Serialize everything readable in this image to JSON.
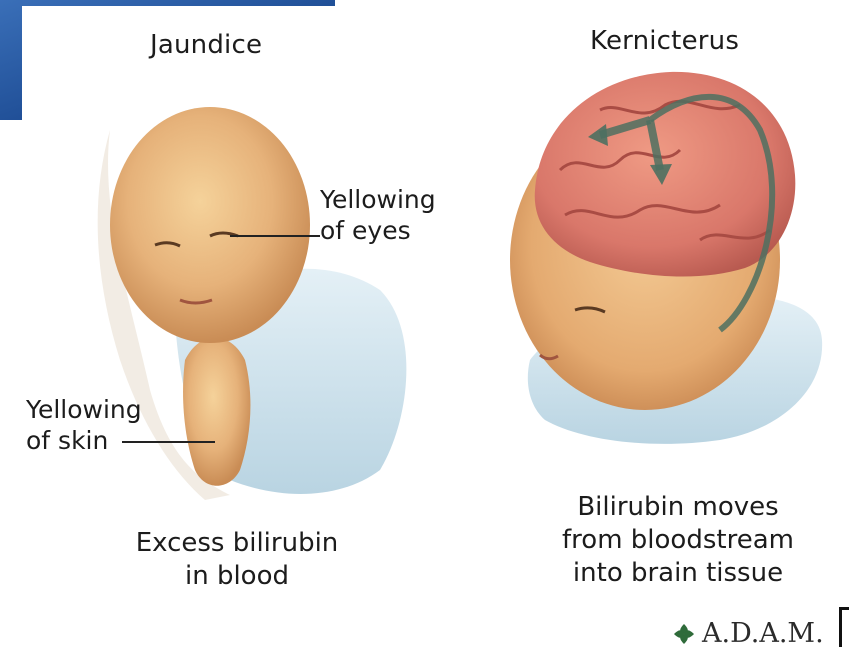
{
  "left_panel": {
    "title": "Jaundice",
    "label_eyes": [
      "Yellowing",
      "of eyes"
    ],
    "label_skin": [
      "Yellowing",
      "of skin"
    ],
    "caption": [
      "Excess bilirubin",
      "in blood"
    ]
  },
  "right_panel": {
    "title": "Kernicterus",
    "caption": [
      "Bilirubin moves",
      "from bloodstream",
      "into brain tissue"
    ]
  },
  "brand": {
    "name": "A.D.A.M."
  },
  "colors": {
    "slide_blue": "#1f4e96",
    "skin_yellow": "#e6b27a",
    "brain_pink": "#d9776a",
    "garment_blue": "#cfe3ee",
    "arrow_teal": "#4d7060"
  }
}
